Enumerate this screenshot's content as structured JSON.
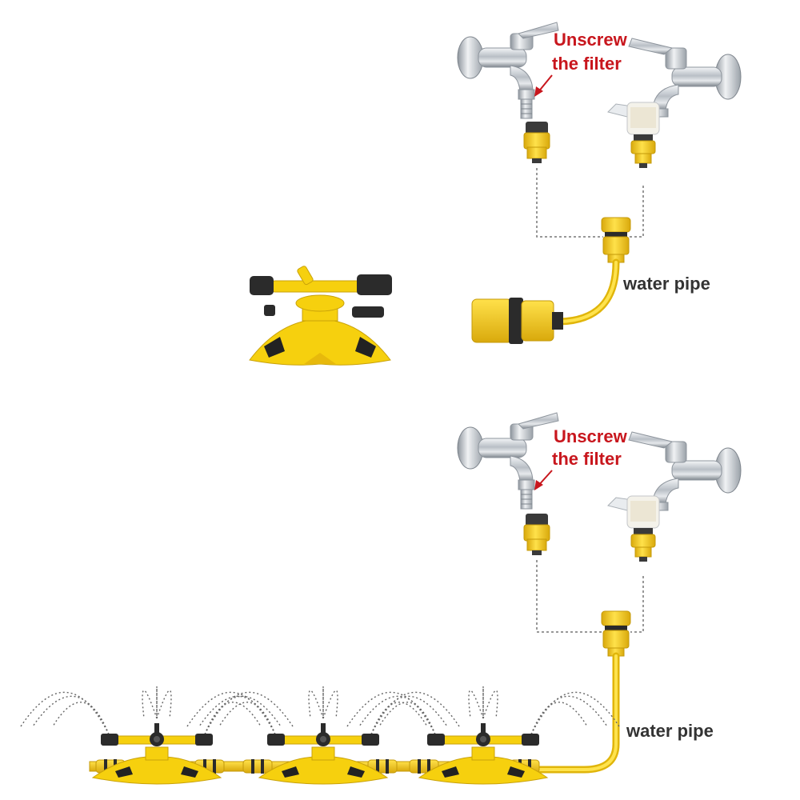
{
  "labels": {
    "top_unscrew_line1": "Unscrew",
    "top_unscrew_line2": "the filter",
    "top_water_pipe": "water pipe",
    "bottom_unscrew_line1": "Unscrew",
    "bottom_unscrew_line2": "the filter",
    "bottom_water_pipe": "water pipe"
  },
  "colors": {
    "connector_yellow": "#f2c81a",
    "connector_dark": "#d9a90c",
    "pipe_yellow": "#f5d20a",
    "chrome": "#c9cdd2",
    "chrome_dark": "#8d949c",
    "rubber_black": "#2b2b2b",
    "label_red": "#c8161d",
    "label_dark": "#333333"
  },
  "icons": [
    "faucet-icon",
    "quick-connector-icon",
    "filter-adapter-icon",
    "sprinkler-icon",
    "water-spray-icon",
    "arrow-icon"
  ]
}
